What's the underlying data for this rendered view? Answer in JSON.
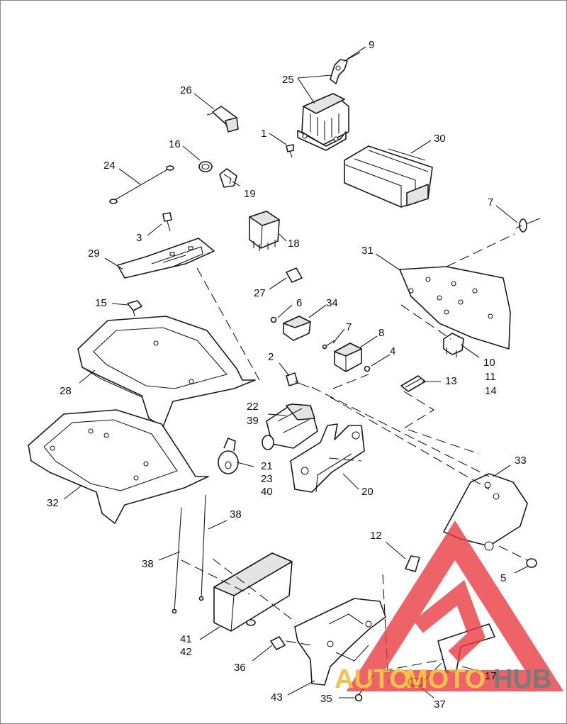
{
  "diagram": {
    "callouts": [
      {
        "id": "c9",
        "label": "9"
      },
      {
        "id": "c25",
        "label": "25"
      },
      {
        "id": "c26",
        "label": "26"
      },
      {
        "id": "c1",
        "label": "1"
      },
      {
        "id": "c30",
        "label": "30"
      },
      {
        "id": "c16",
        "label": "16"
      },
      {
        "id": "c24",
        "label": "24"
      },
      {
        "id": "c19",
        "label": "19"
      },
      {
        "id": "c7a",
        "label": "7"
      },
      {
        "id": "c3",
        "label": "3"
      },
      {
        "id": "c18",
        "label": "18"
      },
      {
        "id": "c29",
        "label": "29"
      },
      {
        "id": "c31",
        "label": "31"
      },
      {
        "id": "c27",
        "label": "27"
      },
      {
        "id": "c15",
        "label": "15"
      },
      {
        "id": "c6",
        "label": "6"
      },
      {
        "id": "c34",
        "label": "34"
      },
      {
        "id": "c7b",
        "label": "7"
      },
      {
        "id": "c8",
        "label": "8"
      },
      {
        "id": "c10",
        "label": "10"
      },
      {
        "id": "c11",
        "label": "11"
      },
      {
        "id": "c14",
        "label": "14"
      },
      {
        "id": "c2",
        "label": "2"
      },
      {
        "id": "c4",
        "label": "4"
      },
      {
        "id": "c28",
        "label": "28"
      },
      {
        "id": "c13",
        "label": "13"
      },
      {
        "id": "c22",
        "label": "22"
      },
      {
        "id": "c39",
        "label": "39"
      },
      {
        "id": "c33",
        "label": "33"
      },
      {
        "id": "c21",
        "label": "21"
      },
      {
        "id": "c23",
        "label": "23"
      },
      {
        "id": "c40",
        "label": "40"
      },
      {
        "id": "c20",
        "label": "20"
      },
      {
        "id": "c32",
        "label": "32"
      },
      {
        "id": "c38a",
        "label": "38"
      },
      {
        "id": "c12",
        "label": "12"
      },
      {
        "id": "c38b",
        "label": "38"
      },
      {
        "id": "c5",
        "label": "5"
      },
      {
        "id": "c41",
        "label": "41"
      },
      {
        "id": "c42",
        "label": "42"
      },
      {
        "id": "c36",
        "label": "36"
      },
      {
        "id": "c17",
        "label": "17"
      },
      {
        "id": "c43",
        "label": "43"
      },
      {
        "id": "c35",
        "label": "35"
      },
      {
        "id": "c37",
        "label": "37"
      }
    ]
  },
  "watermark": {
    "text_a": "AUTO",
    "text_b": "MOTO",
    "text_c": "HUB",
    "colors": {
      "triangle": "#e8383d",
      "auto": "#f5b21b",
      "hub": "#555555"
    }
  }
}
